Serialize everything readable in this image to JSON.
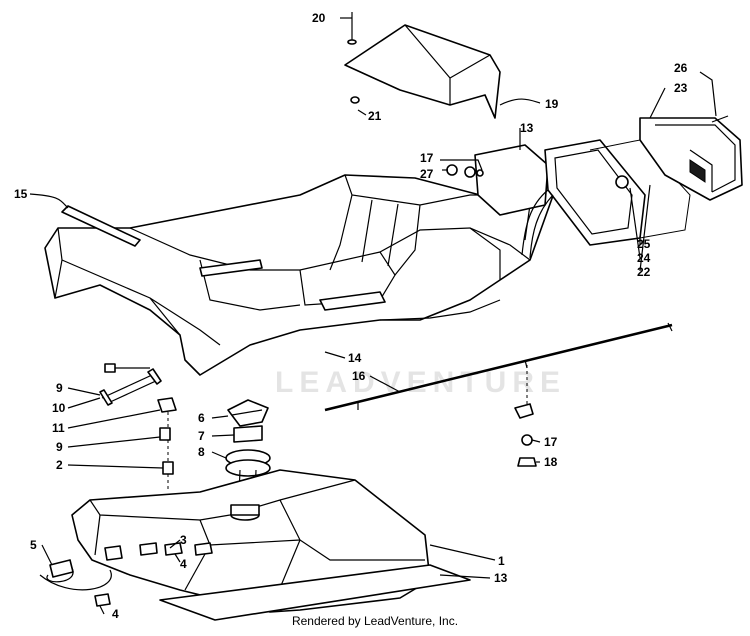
{
  "watermark": "LEADVENTURE",
  "footer": "Rendered by LeadVenture, Inc.",
  "callouts": [
    {
      "id": "c20",
      "text": "20"
    },
    {
      "id": "c21",
      "text": "21"
    },
    {
      "id": "c19",
      "text": "19"
    },
    {
      "id": "c26",
      "text": "26"
    },
    {
      "id": "c23",
      "text": "23"
    },
    {
      "id": "c13a",
      "text": "13"
    },
    {
      "id": "c17a",
      "text": "17"
    },
    {
      "id": "c27",
      "text": "27"
    },
    {
      "id": "c15",
      "text": "15"
    },
    {
      "id": "c25",
      "text": "25"
    },
    {
      "id": "c24",
      "text": "24"
    },
    {
      "id": "c22",
      "text": "22"
    },
    {
      "id": "c14",
      "text": "14"
    },
    {
      "id": "c16",
      "text": "16"
    },
    {
      "id": "c9a",
      "text": "9"
    },
    {
      "id": "c10",
      "text": "10"
    },
    {
      "id": "c11",
      "text": "11"
    },
    {
      "id": "c9b",
      "text": "9"
    },
    {
      "id": "c2",
      "text": "2"
    },
    {
      "id": "c6",
      "text": "6"
    },
    {
      "id": "c7",
      "text": "7"
    },
    {
      "id": "c8",
      "text": "8"
    },
    {
      "id": "c17b",
      "text": "17"
    },
    {
      "id": "c18",
      "text": "18"
    },
    {
      "id": "c3",
      "text": "3"
    },
    {
      "id": "c4a",
      "text": "4"
    },
    {
      "id": "c5",
      "text": "5"
    },
    {
      "id": "c1",
      "text": "1"
    },
    {
      "id": "c13b",
      "text": "13"
    },
    {
      "id": "c4b",
      "text": "4"
    }
  ]
}
